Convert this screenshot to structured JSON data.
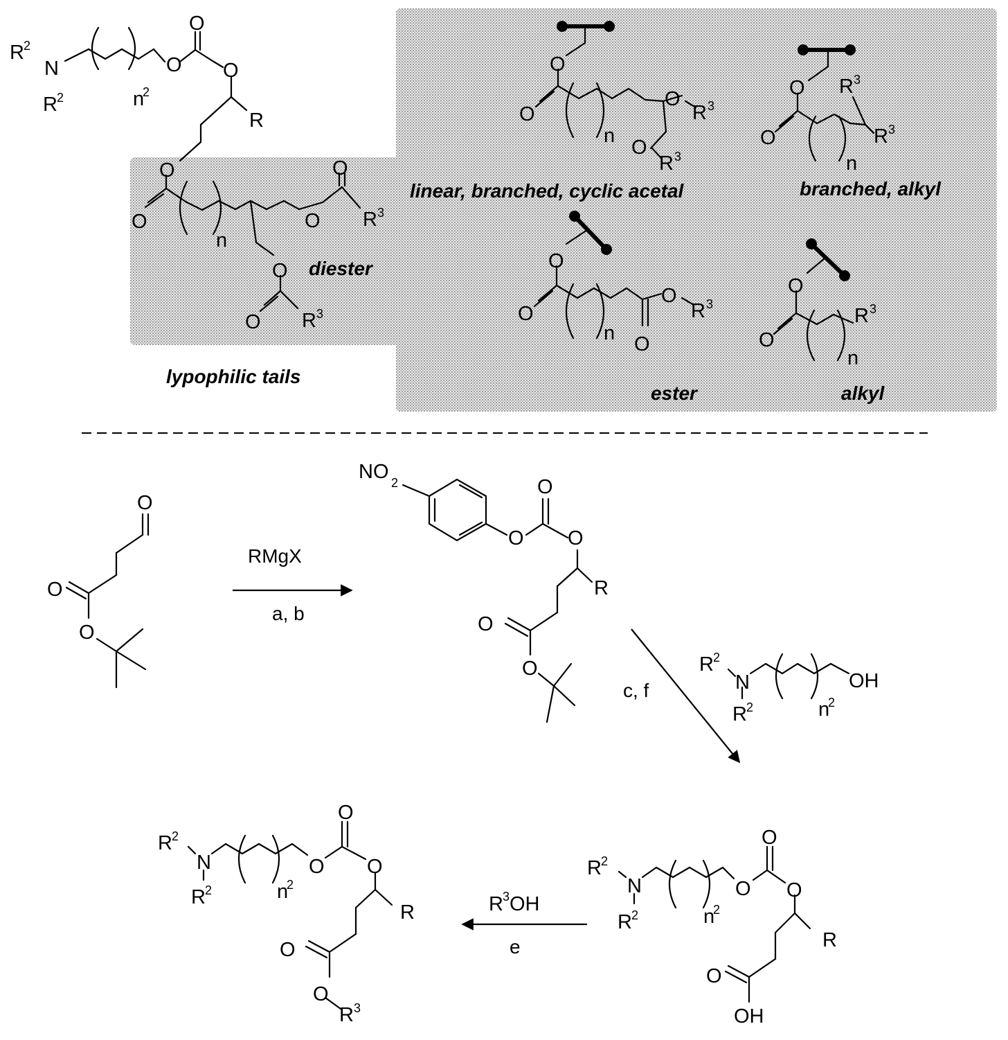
{
  "labels": {
    "diester": "diester",
    "acetal": "linear, branched, cyclic acetal",
    "branched_alkyl": "branched, alkyl",
    "ester": "ester",
    "alkyl": "alkyl",
    "faded": "lypophilic tails"
  },
  "atoms": {
    "O": "O",
    "N": "N",
    "R": "R",
    "R2": "R",
    "R3": "R",
    "sup2": "2",
    "sup3": "3",
    "n": "n",
    "n2": "n",
    "NO2": "NO",
    "sub2": "2",
    "OH": "OH"
  },
  "reagents": {
    "step1_top": "RMgX",
    "step1_bottom": "a, b",
    "step2": "c, f",
    "step3_top": "OH",
    "step3_bottom": "e"
  },
  "colors": {
    "ink": "#000000",
    "panel": "#d9d9d9"
  }
}
